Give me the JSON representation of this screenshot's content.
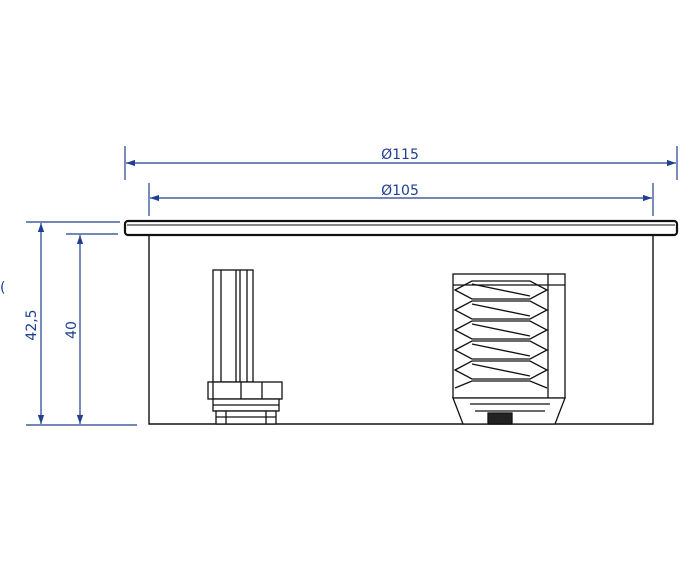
{
  "dimensions": {
    "outer_diameter": "Ø115",
    "inner_diameter": "Ø105",
    "total_height": "42,5",
    "body_height": "40"
  },
  "colors": {
    "dimension": "#1f3f8f",
    "outline": "#111111",
    "background": "#ffffff"
  },
  "side_marker": "("
}
